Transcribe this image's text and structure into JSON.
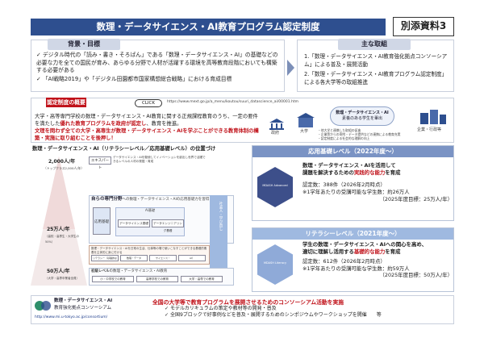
{
  "title": "数理・データサイエンス・AI教育プログラム認定制度",
  "reference": "別添資料3",
  "background": {
    "header": "背景・目標",
    "items": [
      "デジタル時代の「読み・書き・そろばん」である「数理・データサイエンス・AI」の基礎などの必要な力を全ての国民が育み、あらゆる分野で人材が活躍する環境を高等教育段階においても構築する必要がある",
      "「AI戦略2019」や「デジタル田園都市国家構想総合戦略」における育成目標"
    ]
  },
  "main_efforts": {
    "header": "主な取組",
    "items": [
      "1.「数理・データサイエンス・AI教育強化拠点コンソーシアム」による普及・展開活動",
      "2.「数理・データサイエンス・AI教育プログラム認定制度」による各大学等の取組推進"
    ]
  },
  "overview": {
    "label": "認定制度の概要",
    "click": "CLICK",
    "url": "https://www.mext.go.jp/a_menu/koutou/suuri_datascience_ai/00001.htm",
    "text1": "大学・高等専門学校の数理・データサイエンス・AI教育に関する正規課程教育のうち、一定の要件を満たした",
    "text1_red": "優れた教育プログラムを政府が認定し",
    "text1_end": "、教育を推進。",
    "text2": "文理を問わず全ての大学・高専生が数理・データサイエンス・AIを学ぶことができる",
    "text2_red": "教育体制の構築・実施に取り組むことを後押し！"
  },
  "diagram": {
    "center_title": "数理・データサイエンス・AI",
    "center_sub": "素養のある学生を輩出",
    "university": "大学",
    "government": "政府",
    "company": "企業・行政等",
    "note1": "・他大学と連携した取組の促進",
    "note2": "・企業等からの寄附・データ提供などの連携による教育充実",
    "note3": "・認定制度による社会的な理解の向上"
  },
  "levels_chart": {
    "title": "数理・データサイエンス・AI（リテラシーレベル／応用基礎レベル）の位置づけ",
    "expert_count": "2,000人/年",
    "expert_note": "（トップクラス2,000人/年）",
    "mid_count": "25万人/年",
    "mid_note": "（高校・高専生・大学生の50%）",
    "base_count": "50万人/年",
    "base_note": "（大学・高専卒業者全員）",
    "expert_label": "エキスパート",
    "expert_desc": "データサイエンス・AIを駆使してイノベーションを創出し世界で活躍できるレベルの人材の発掘・育成",
    "own_field": "自らの専門分野",
    "own_field_note": "への数理・データサイエンス・AIの応用基礎力を習得",
    "apply_basic": "応用基礎",
    "ai_basic": "AI基礎",
    "ds_basic": "データサイエンス基礎",
    "de_basic": "データエンジニアリング基礎",
    "literacy_row": "数理・データサイエンス・AIを日常の生活、仕事等の場で使いこなすことができる基礎的素養を主体的に身に付ける",
    "literacy_items": [
      "リテラシー（基礎的な",
      "数理・データ",
      "サイエンス・",
      "AI）"
    ],
    "top_side_label": "大学・高専での教育課程",
    "bottom_label": "初級レベル",
    "bottom_sub": "の数理・データサイエンス・AI教育",
    "elem_items": [
      "小・中学校での教育",
      "高等学校での教育",
      "大学・高専での教育"
    ],
    "vertical_label": "社会人・学び直し"
  },
  "applied": {
    "header": "応用基礎レベル（2022年度〜）",
    "line1": "数理・データサイエンス・AIを活用して",
    "line2": "課題を解決するための",
    "line2_red": "実践的な能力",
    "line2_end": "を育成",
    "count": "認定数：388件（2026年2月時点）",
    "est": "※1学年あたりの受講可能な学生数：約26万人",
    "goal": "（2025年度目標：25万人/年）",
    "badge_label": "MDASH Advanced"
  },
  "literacy": {
    "header": "リテラシーレベル（2021年度〜）",
    "line1": "学生の数理・データサイエンス・AIへの関心を高め、",
    "line2": "適切に理解し活用する",
    "line2_red": "基礎的な能力",
    "line2_end": "を育成",
    "count": "認定数：612件（2026年2月時点）",
    "est": "※1学年あたりの受講可能な学生数：約59万人",
    "goal": "（2025年度目標：50万人/年）",
    "badge_label": "MDASH Literacy"
  },
  "footer": {
    "org1": "数理・データサイエンス・AI",
    "org2": "教育強化拠点コンソーシアム",
    "url": "http://www.mi.u-tokyo.ac.jp/consortium/",
    "headline": "全国の大学等で教育プログラムを展開させるためのコンソーシアム活動を実施",
    "item1": "モデルカリキュラムの策定や教材等の開発・普及",
    "item2": "全国9ブロックで好事例などを普及・展開するためのシンポジウムやワークショップを開催",
    "item2_tail": "等"
  }
}
